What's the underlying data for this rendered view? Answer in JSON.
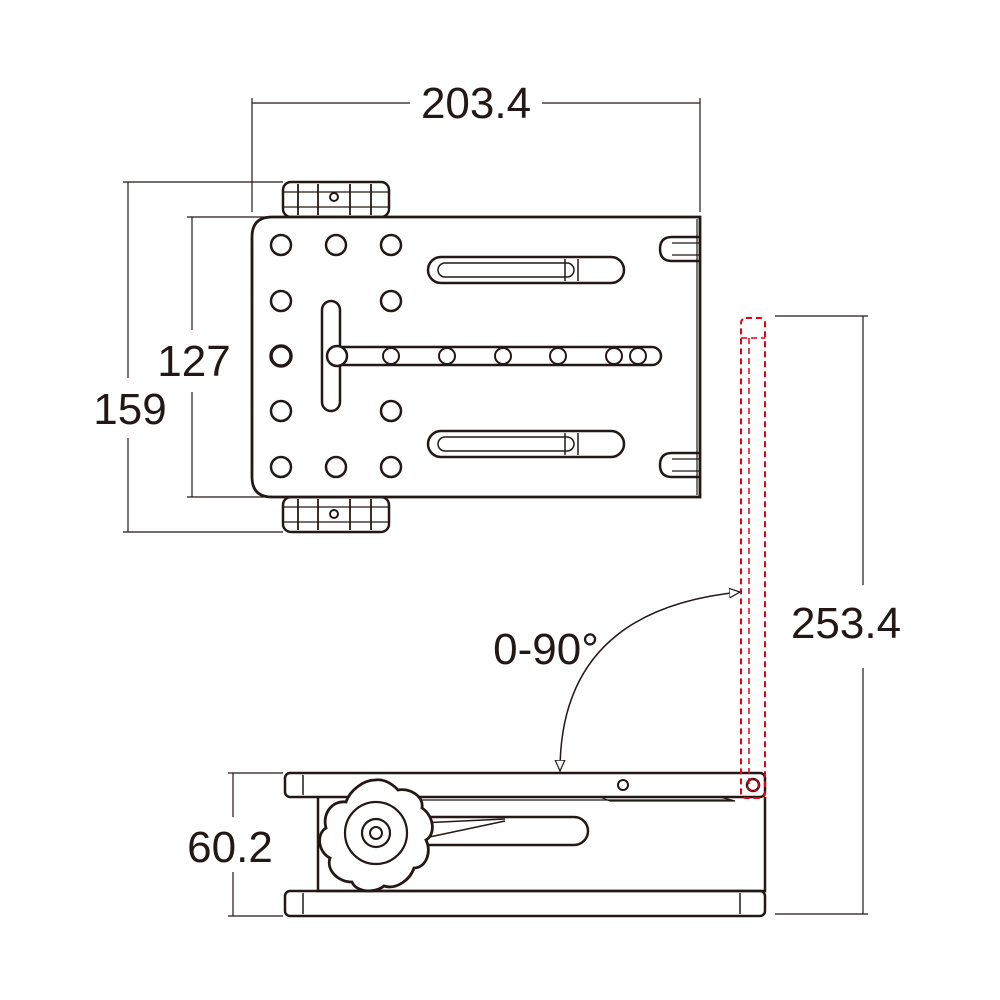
{
  "dimensions": {
    "width_top": "203.4",
    "height_inner": "127",
    "height_outer": "159",
    "height_extended": "253.4",
    "angle_range": "0-90°",
    "base_height": "60.2"
  },
  "colors": {
    "line": "#231815",
    "dashed_extension": "#e60012"
  }
}
